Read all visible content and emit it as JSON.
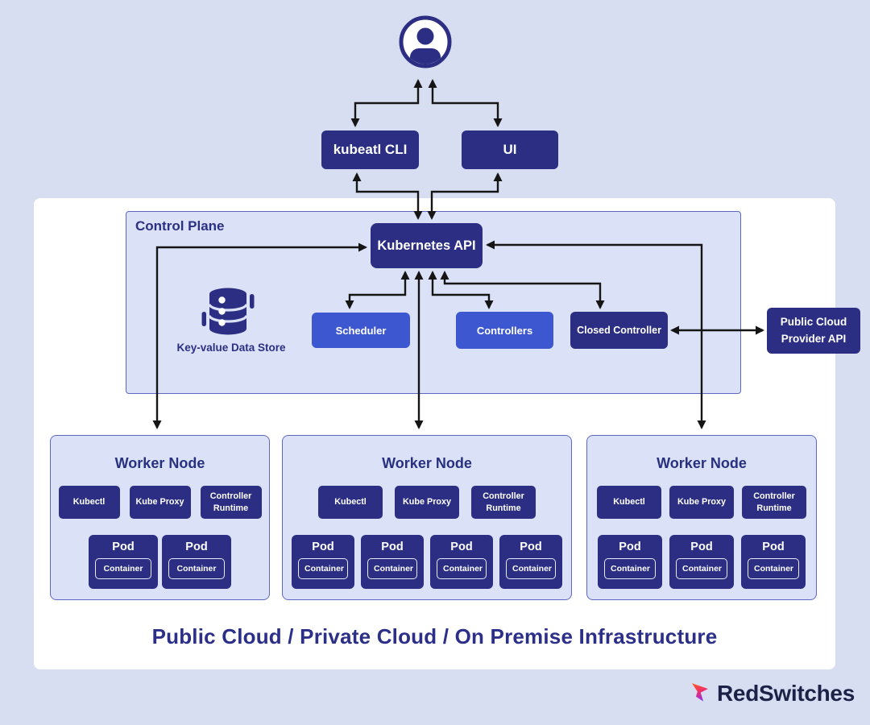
{
  "icons": {
    "user": "user-icon",
    "datastore": "database-icon",
    "brand": "redswitches-arrow-icon"
  },
  "top_boxes": {
    "cli": "kubeatl CLI",
    "ui": "UI"
  },
  "control_plane": {
    "title": "Control Plane",
    "api": "Kubernetes API",
    "datastore_label": "Key-value Data Store",
    "scheduler": "Scheduler",
    "controllers": "Controllers",
    "closed_controller": "Closed Controller"
  },
  "public_cloud": {
    "line1": "Public Cloud",
    "line2": "Provider API"
  },
  "worker_nodes": [
    {
      "title": "Worker Node",
      "components": [
        "Kubectl",
        "Kube Proxy",
        "Controller Runtime"
      ],
      "pods": [
        {
          "label": "Pod",
          "container": "Container"
        },
        {
          "label": "Pod",
          "container": "Container"
        }
      ]
    },
    {
      "title": "Worker Node",
      "components": [
        "Kubectl",
        "Kube Proxy",
        "Controller Runtime"
      ],
      "pods": [
        {
          "label": "Pod",
          "container": "Container"
        },
        {
          "label": "Pod",
          "container": "Container"
        },
        {
          "label": "Pod",
          "container": "Container"
        },
        {
          "label": "Pod",
          "container": "Container"
        }
      ]
    },
    {
      "title": "Worker Node",
      "components": [
        "Kubectl",
        "Kube Proxy",
        "Controller Runtime"
      ],
      "pods": [
        {
          "label": "Pod",
          "container": "Container"
        },
        {
          "label": "Pod",
          "container": "Container"
        },
        {
          "label": "Pod",
          "container": "Container"
        }
      ]
    }
  ],
  "caption": "Public Cloud / Private Cloud / On Premise Infrastructure",
  "brand": "RedSwitches",
  "colors": {
    "background": "#d7def1",
    "panel_white": "#ffffff",
    "panel_light": "#dbe2f7",
    "panel_border": "#5c68c0",
    "box_navy": "#2b2e83",
    "box_blue": "#3d57d0",
    "text_navy": "#2b3085",
    "arrow": "#151515",
    "brand_text": "#1c2247",
    "brand_gradient": [
      "#ff5b21",
      "#ef2d6d",
      "#8c2fea"
    ]
  }
}
